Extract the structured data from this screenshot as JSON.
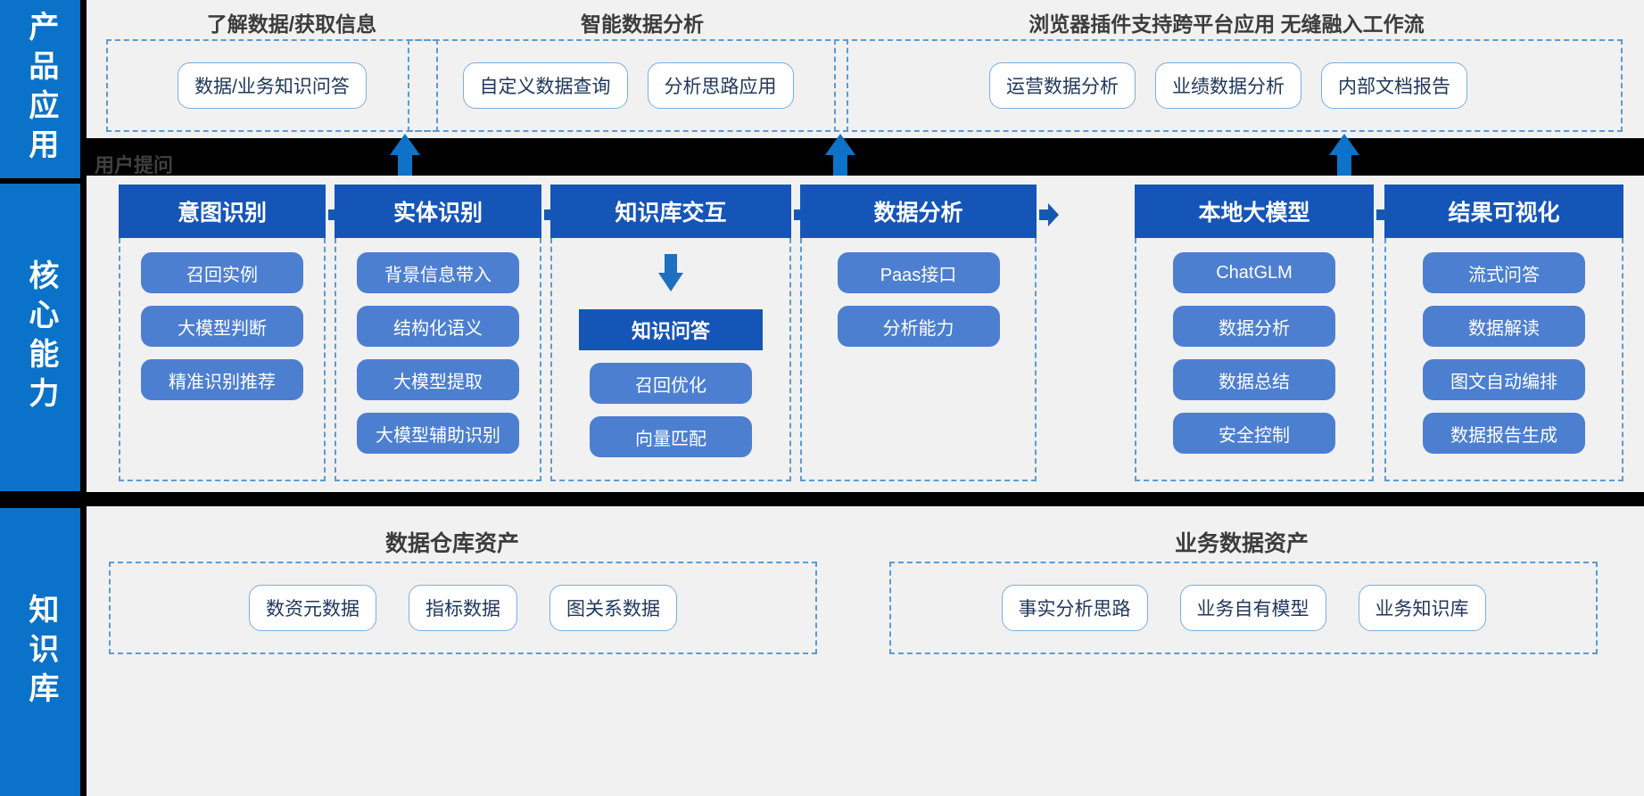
{
  "rail": {
    "items": [
      {
        "key": "product",
        "label": "产品应用"
      },
      {
        "key": "core",
        "label": "核心能力"
      },
      {
        "key": "kb",
        "label": "知识库"
      }
    ]
  },
  "product_layer": {
    "groups": [
      {
        "title": "了解数据/获取信息",
        "items": [
          "数据/业务知识问答"
        ]
      },
      {
        "title": "智能数据分析",
        "items": [
          "自定义数据查询",
          "分析思路应用"
        ]
      },
      {
        "title": "浏览器插件支持跨平台应用  无缝融入工作流",
        "items": [
          "运营数据分析",
          "业绩数据分析",
          "内部文档报告"
        ]
      }
    ]
  },
  "core_layer": {
    "user_prompt_label": "用户提问",
    "columns": [
      {
        "head": "意图识别",
        "items": [
          "召回实例",
          "大模型判断",
          "精准识别推荐"
        ]
      },
      {
        "head": "实体识别",
        "items": [
          "背景信息带入",
          "结构化语义",
          "大模型提取",
          "大模型辅助识别"
        ]
      },
      {
        "head": "知识库交互",
        "subhead": "知识问答",
        "items": [
          "召回优化",
          "向量匹配"
        ]
      },
      {
        "head": "数据分析",
        "items": [
          "Paas接口",
          "分析能力"
        ]
      },
      {
        "head": "本地大模型",
        "items": [
          "ChatGLM",
          "数据分析",
          "数据总结",
          "安全控制"
        ]
      },
      {
        "head": "结果可视化",
        "items": [
          "流式问答",
          "数据解读",
          "图文自动编排",
          "数据报告生成"
        ]
      }
    ]
  },
  "knowledge_layer": {
    "groups": [
      {
        "title": "数据仓库资产",
        "items": [
          "数资元数据",
          "指标数据",
          "图关系数据"
        ]
      },
      {
        "title": "业务数据资产",
        "items": [
          "事实分析思路",
          "业务自有模型",
          "业务知识库"
        ]
      }
    ]
  },
  "colors": {
    "rail_blue": "#0A72C8",
    "header_blue": "#1655B8",
    "chip_blue": "#4D7FD1",
    "panel_gray": "#F1F1F1",
    "dash_blue": "#5B9BD5",
    "arrow_blue": "#0D72C8",
    "pill_text": "#21385C",
    "title_gray": "#3C3C3C"
  }
}
